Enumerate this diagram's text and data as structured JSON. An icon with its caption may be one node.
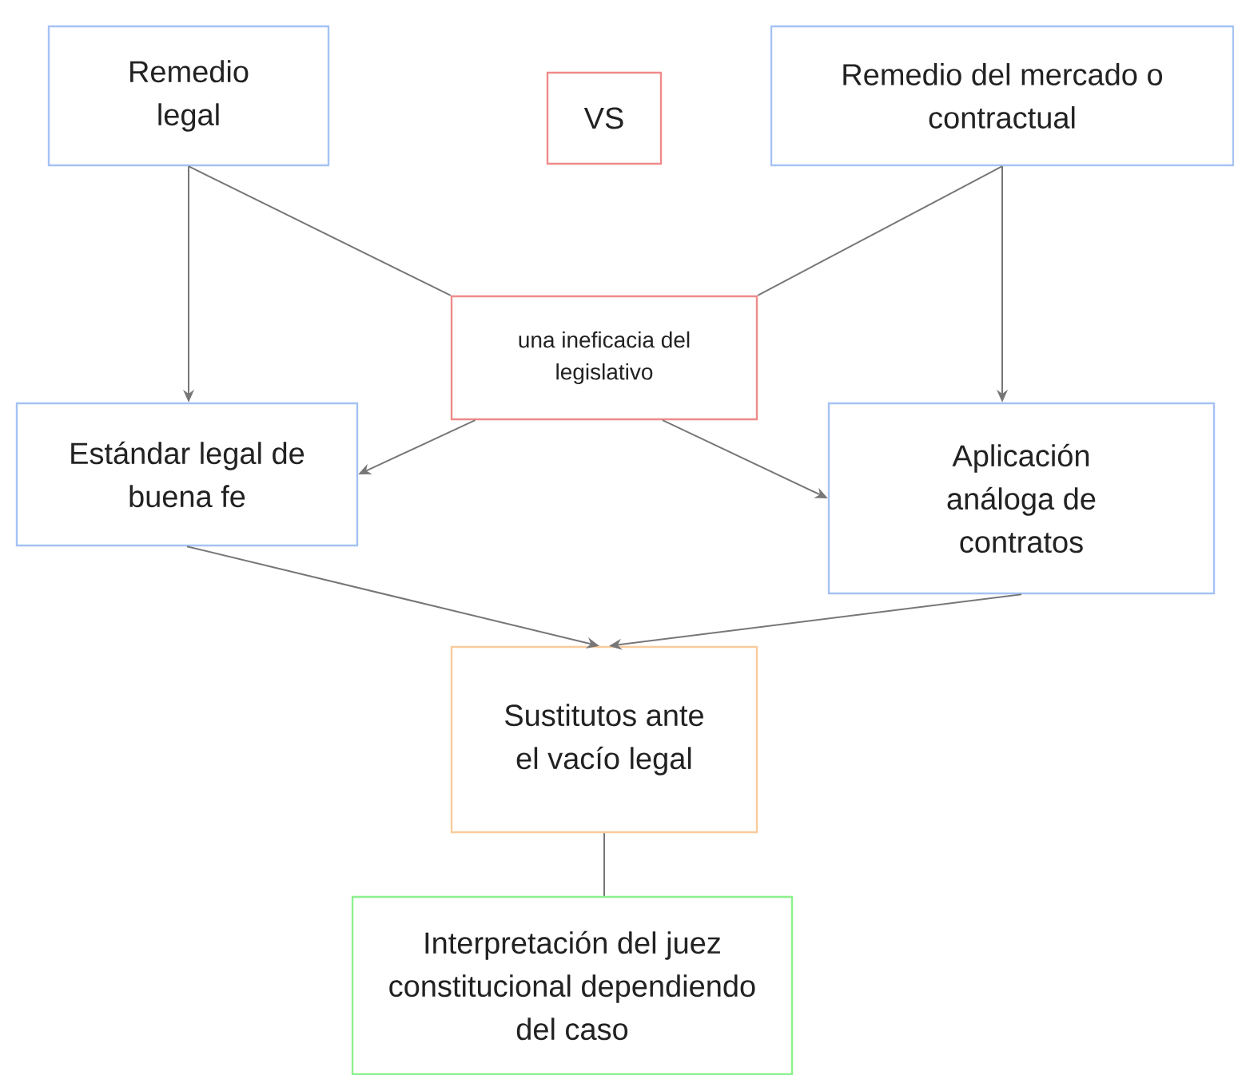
{
  "diagram": {
    "nodes": [
      {
        "text": [
          "Remedio legal"
        ]
      },
      {
        "text": [
          "VS"
        ]
      },
      {
        "text": [
          "Remedio del mercado o contractual"
        ]
      },
      {
        "text": [
          "una ineficacia del legislativo"
        ]
      },
      {
        "text": [
          "Estándar legal de buena fe"
        ]
      },
      {
        "text": [
          "Aplicación análoga de contratos"
        ]
      },
      {
        "text": [
          "Sustitutos ante el vacío legal"
        ]
      },
      {
        "text": [
          "Interpretación del juez constitucional dependiendo del caso"
        ]
      }
    ],
    "edges": [
      {
        "from": 0,
        "to": 4,
        "arrow": "to"
      },
      {
        "from": 0,
        "to": 3,
        "arrow": "none"
      },
      {
        "from": 2,
        "to": 3,
        "arrow": "none"
      },
      {
        "from": 2,
        "to": 5,
        "arrow": "to"
      },
      {
        "from": 3,
        "to": 4,
        "arrow": "to"
      },
      {
        "from": 3,
        "to": 5,
        "arrow": "to"
      },
      {
        "from": 4,
        "to": 6,
        "arrow": "to"
      },
      {
        "from": 5,
        "to": 6,
        "arrow": "to"
      },
      {
        "from": 6,
        "to": 7,
        "arrow": "none"
      }
    ]
  }
}
